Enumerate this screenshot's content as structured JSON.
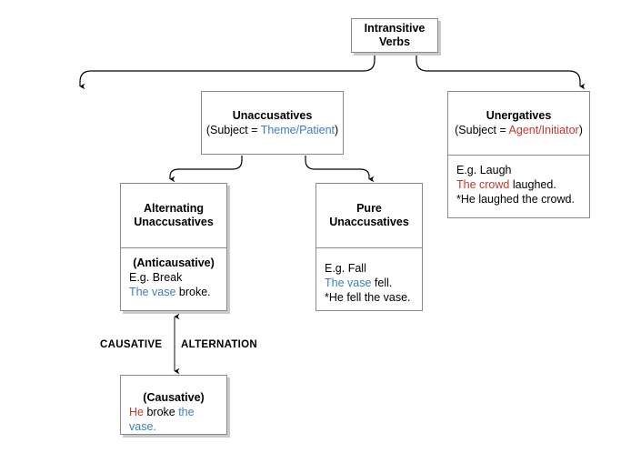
{
  "diagram": {
    "title_node": {
      "id": "intransitive-verbs",
      "line1": "Intransitive",
      "line2": "Verbs"
    },
    "unaccusatives": {
      "heading": "Unaccusatives",
      "sub_prefix": "(Subject = ",
      "sub_role": "Theme/Patient",
      "sub_suffix": ")"
    },
    "unergatives": {
      "heading": "Unergatives",
      "sub_prefix": "(Subject = ",
      "sub_role": "Agent/Initiator",
      "sub_suffix": ")",
      "example_line1": "E.g. Laugh",
      "example_line2_np": "The crowd",
      "example_line2_rest": " laughed.",
      "example_line3": "*He laughed the crowd."
    },
    "alternating_unaccusatives": {
      "heading_line1": "Alternating",
      "heading_line2": "Unaccusatives",
      "body_label": "(Anticausative)",
      "example_line1": "E.g. Break",
      "example_line2_np": "The vase",
      "example_line2_rest": " broke."
    },
    "pure_unaccusatives": {
      "heading_line1": "Pure",
      "heading_line2": "Unaccusatives",
      "example_line1": "E.g. Fall",
      "example_line2_np": "The vase",
      "example_line2_rest": " fell.",
      "example_line3": "*He fell the vase."
    },
    "causative": {
      "body_label": "(Causative)",
      "example_subject": "He",
      "example_verb": " broke ",
      "example_object": "the vase."
    },
    "alternation_label": {
      "left": "CAUSATIVE",
      "right": "ALTERNATION"
    },
    "colors": {
      "blue": "#3d7cc2",
      "red": "#c0392b",
      "box_border": "#8a8a8a",
      "shadow": "#c9c9c9",
      "connector": "#000000",
      "background": "#ffffff"
    }
  }
}
